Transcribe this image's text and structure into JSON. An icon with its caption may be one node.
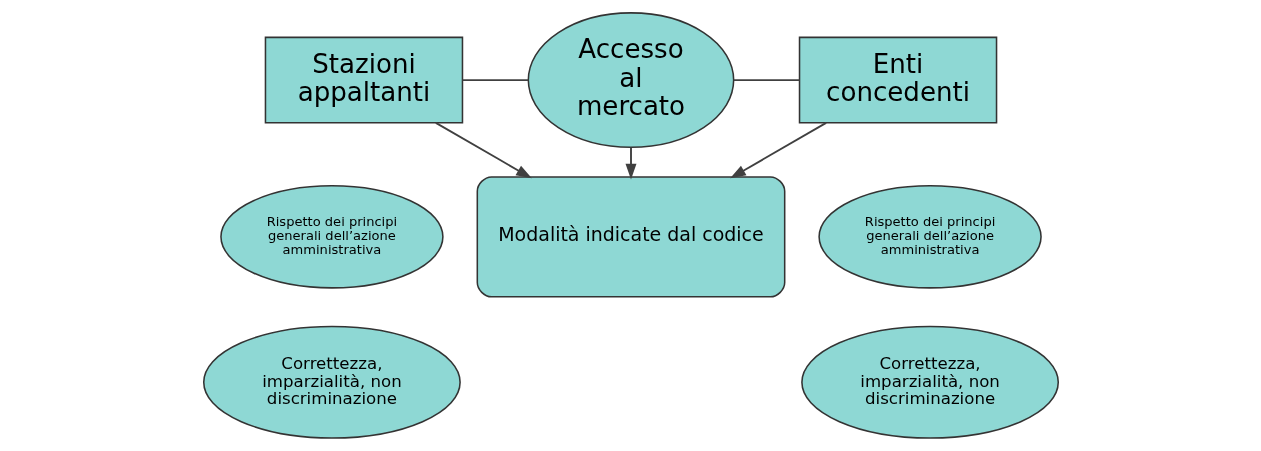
{
  "diagram": {
    "nodes": [
      {
        "text": [
          "Stazioni appaltanti"
        ]
      },
      {
        "text": [
          "Accesso al mercato"
        ]
      },
      {
        "text": [
          "Enti concedenti"
        ]
      },
      {
        "text": [
          "Rispetto dei principi generali dell’azione amministrativa"
        ]
      },
      {
        "text": [
          "Modalità indicate dal codice"
        ]
      },
      {
        "text": [
          "Rispetto dei principi generali dell’azione amministrativa"
        ]
      },
      {
        "text": [
          "Correttezza, imparzialità, non discriminazione"
        ]
      },
      {
        "text": [
          "Correttezza, imparzialità, non discriminazione"
        ]
      }
    ],
    "edges": [
      {
        "from": 0,
        "to": 1,
        "arrow": "none"
      },
      {
        "from": 1,
        "to": 2,
        "arrow": "none"
      },
      {
        "from": 1,
        "to": 4,
        "arrow": "to"
      },
      {
        "from": 0,
        "to": 4,
        "arrow": "to"
      },
      {
        "from": 2,
        "to": 4,
        "arrow": "to"
      }
    ]
  }
}
